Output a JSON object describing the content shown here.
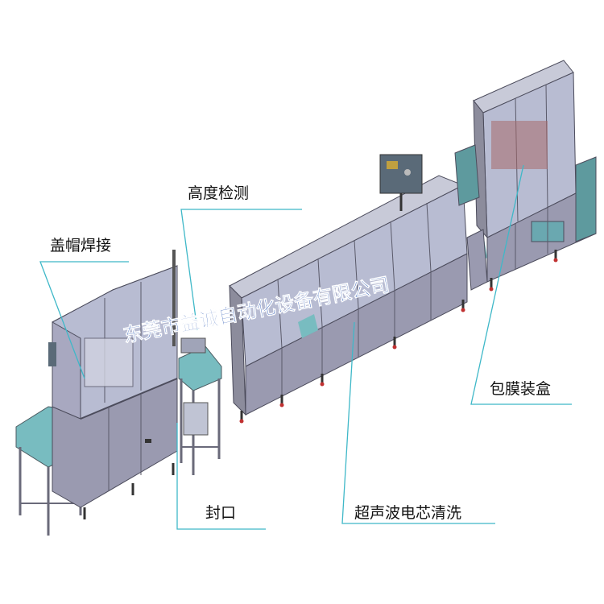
{
  "labels": {
    "cap_welding": "盖帽焊接",
    "height_check": "高度检测",
    "sealing": "封口",
    "ultrasonic_cleaning": "超声波电芯清洗",
    "film_boxing": "包膜装盒"
  },
  "watermark": "东莞市益诚自动化设备有限公司",
  "colors": {
    "leader_line": "#3fb8c8",
    "machine_frame": "#8c8c9c",
    "machine_panel": "#9a9ab0",
    "glass": "#b8bcd2",
    "table_top": "#78bcc0",
    "control_box": "#5a6a78",
    "watermark": "#1f4fb0"
  }
}
